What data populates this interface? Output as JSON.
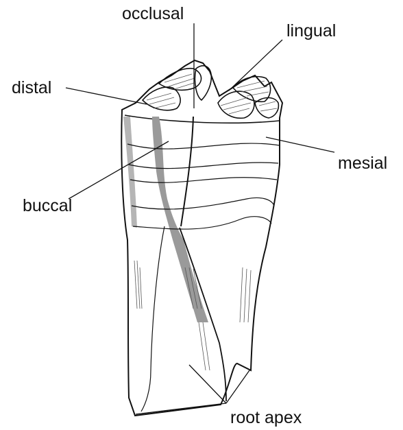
{
  "labels": {
    "occlusal": "occlusal",
    "lingual": "lingual",
    "distal": "distal",
    "mesial": "mesial",
    "buccal": "buccal",
    "root_apex": "root apex"
  },
  "colors": {
    "background": "#ffffff",
    "ink": "#111111",
    "shade": "#9a9a9a"
  }
}
